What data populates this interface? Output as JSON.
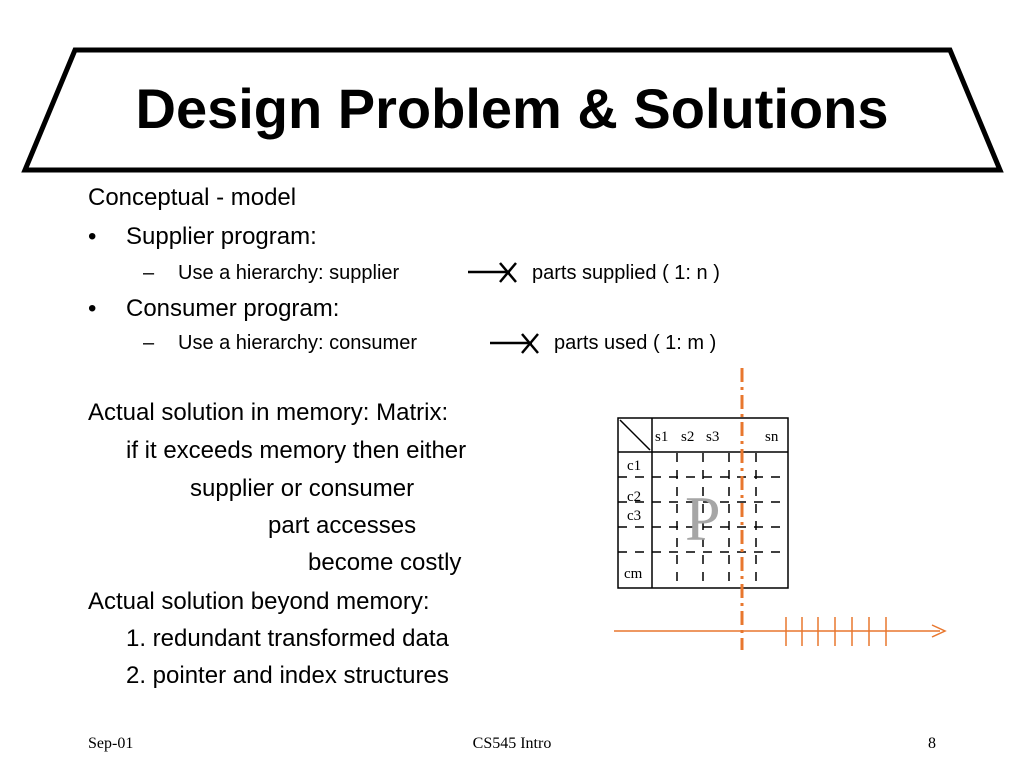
{
  "title": "Design Problem & Solutions",
  "outline": {
    "conceptual": "Conceptual - model",
    "bullet_char": "•",
    "dash_char": "–",
    "supplier_program": "Supplier program:",
    "supplier_sub_prefix": "Use a hierarchy: supplier",
    "supplier_sub_suffix": "parts supplied ( 1: n )",
    "consumer_program": "Consumer program:",
    "consumer_sub_prefix": "Use a hierarchy: consumer",
    "consumer_sub_suffix": "parts used ( 1: m )"
  },
  "body": {
    "line1": "Actual solution in memory:  Matrix:",
    "line2": "if it exceeds memory then either",
    "line3": "supplier or consumer",
    "line4": "part accesses",
    "line5": "become costly",
    "line6": "Actual solution beyond memory:",
    "line7": "1. redundant transformed data",
    "line8": "2. pointer and index structures"
  },
  "matrix": {
    "col_headers": [
      "s1",
      "s2",
      "s3",
      "sn"
    ],
    "row_headers": [
      "c1",
      "c2",
      "c3",
      "cm"
    ],
    "partition_label": "P"
  },
  "colors": {
    "accent": "#E8772E",
    "partition_label": "#A6A6A6"
  },
  "footer": {
    "date": "Sep-01",
    "course": "CS545 Intro",
    "page": "8"
  }
}
